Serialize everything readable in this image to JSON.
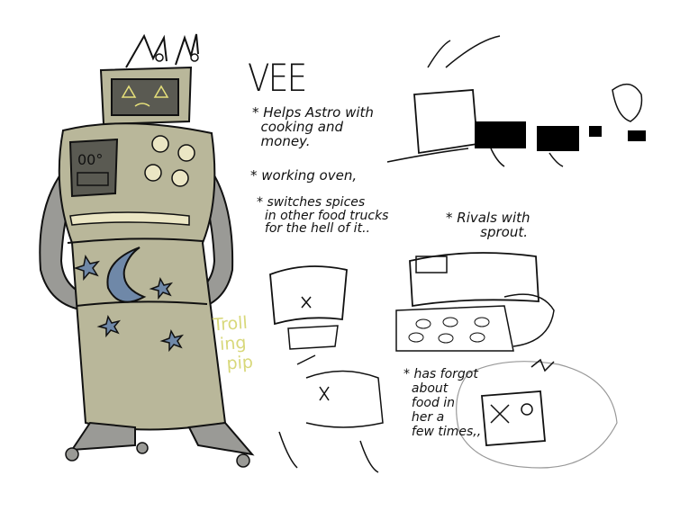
{
  "character": {
    "name": "VEE",
    "notes": [
      "* Helps Astro with\n  cooking and\n  money.",
      "* working oven,",
      "* switches spices\n  in other food trucks\n  for the hell of it..",
      "* Rivals with\n        sprout.",
      "* has forgot\n  about\n  food in\n  her a\n  few times,,"
    ],
    "side_label": "Troll\n ing\n  pip",
    "oven_display": {
      "temperature": "00°"
    }
  },
  "colors": {
    "body": "#b9b79a",
    "screen": "#5a5a52",
    "screen_face": "#e6e07a",
    "arms": "#9a9a96",
    "moon_star": "#6f88a8",
    "knobs": "#ebe6c4",
    "troll_text": "#d8d87a",
    "redaction": "#000000"
  }
}
